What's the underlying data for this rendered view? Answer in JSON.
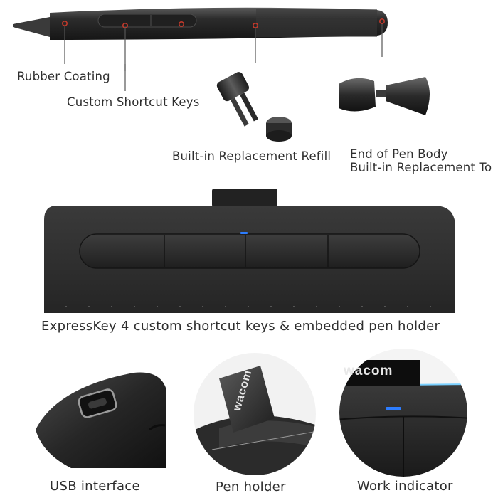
{
  "callouts": {
    "rubber_coating": "Rubber Coating",
    "custom_shortcut_keys": "Custom Shortcut Keys",
    "replacement_refill": "Built-in Replacement Refill",
    "end_of_pen_body": "End of Pen Body",
    "replacement_tool": "Built-in Replacement To"
  },
  "tablet_caption": "ExpressKey 4 custom shortcut keys & embedded pen holder",
  "details": [
    {
      "caption": "USB interface"
    },
    {
      "caption": "Pen holder",
      "brand": "wacom"
    },
    {
      "caption": "Work indicator",
      "brand": "wacom"
    }
  ],
  "colors": {
    "device_dark": "#2a2a2a",
    "callout_marker": "#c0392b",
    "indicator_blue": "#2d7dff"
  }
}
